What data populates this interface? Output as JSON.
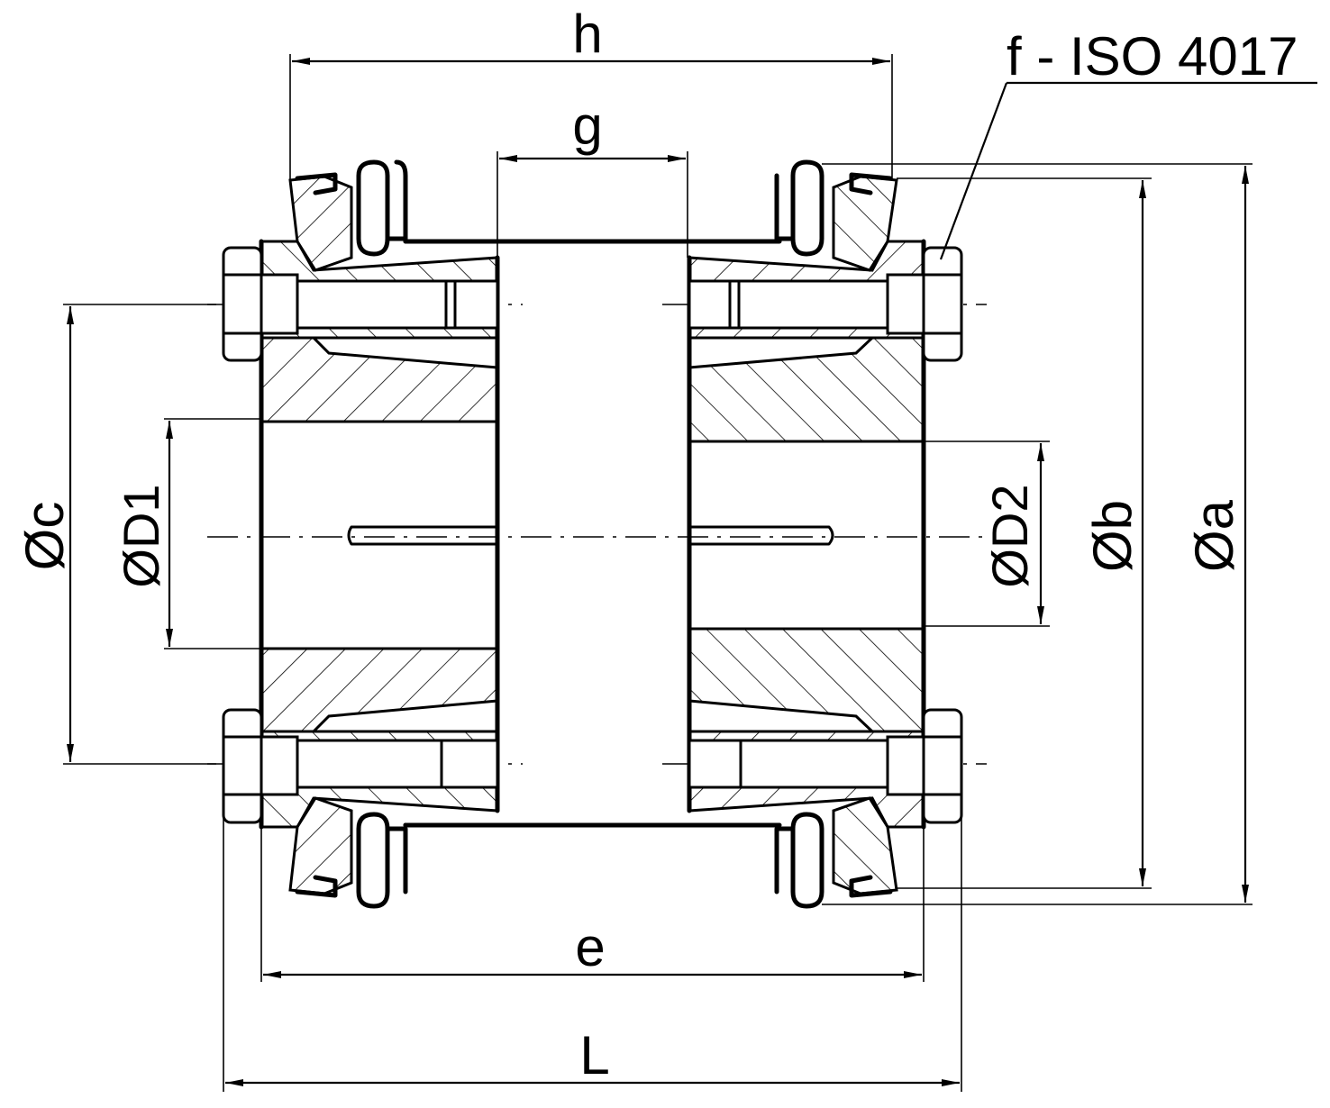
{
  "labels": {
    "h": "h",
    "g": "g",
    "f": "f - ISO 4017",
    "c": "Øc",
    "D1": "ØD1",
    "D2": "ØD2",
    "b": "Øb",
    "a": "Øa",
    "e": "e",
    "L": "L"
  },
  "colors": {
    "line": "#000000",
    "background": "#ffffff"
  }
}
